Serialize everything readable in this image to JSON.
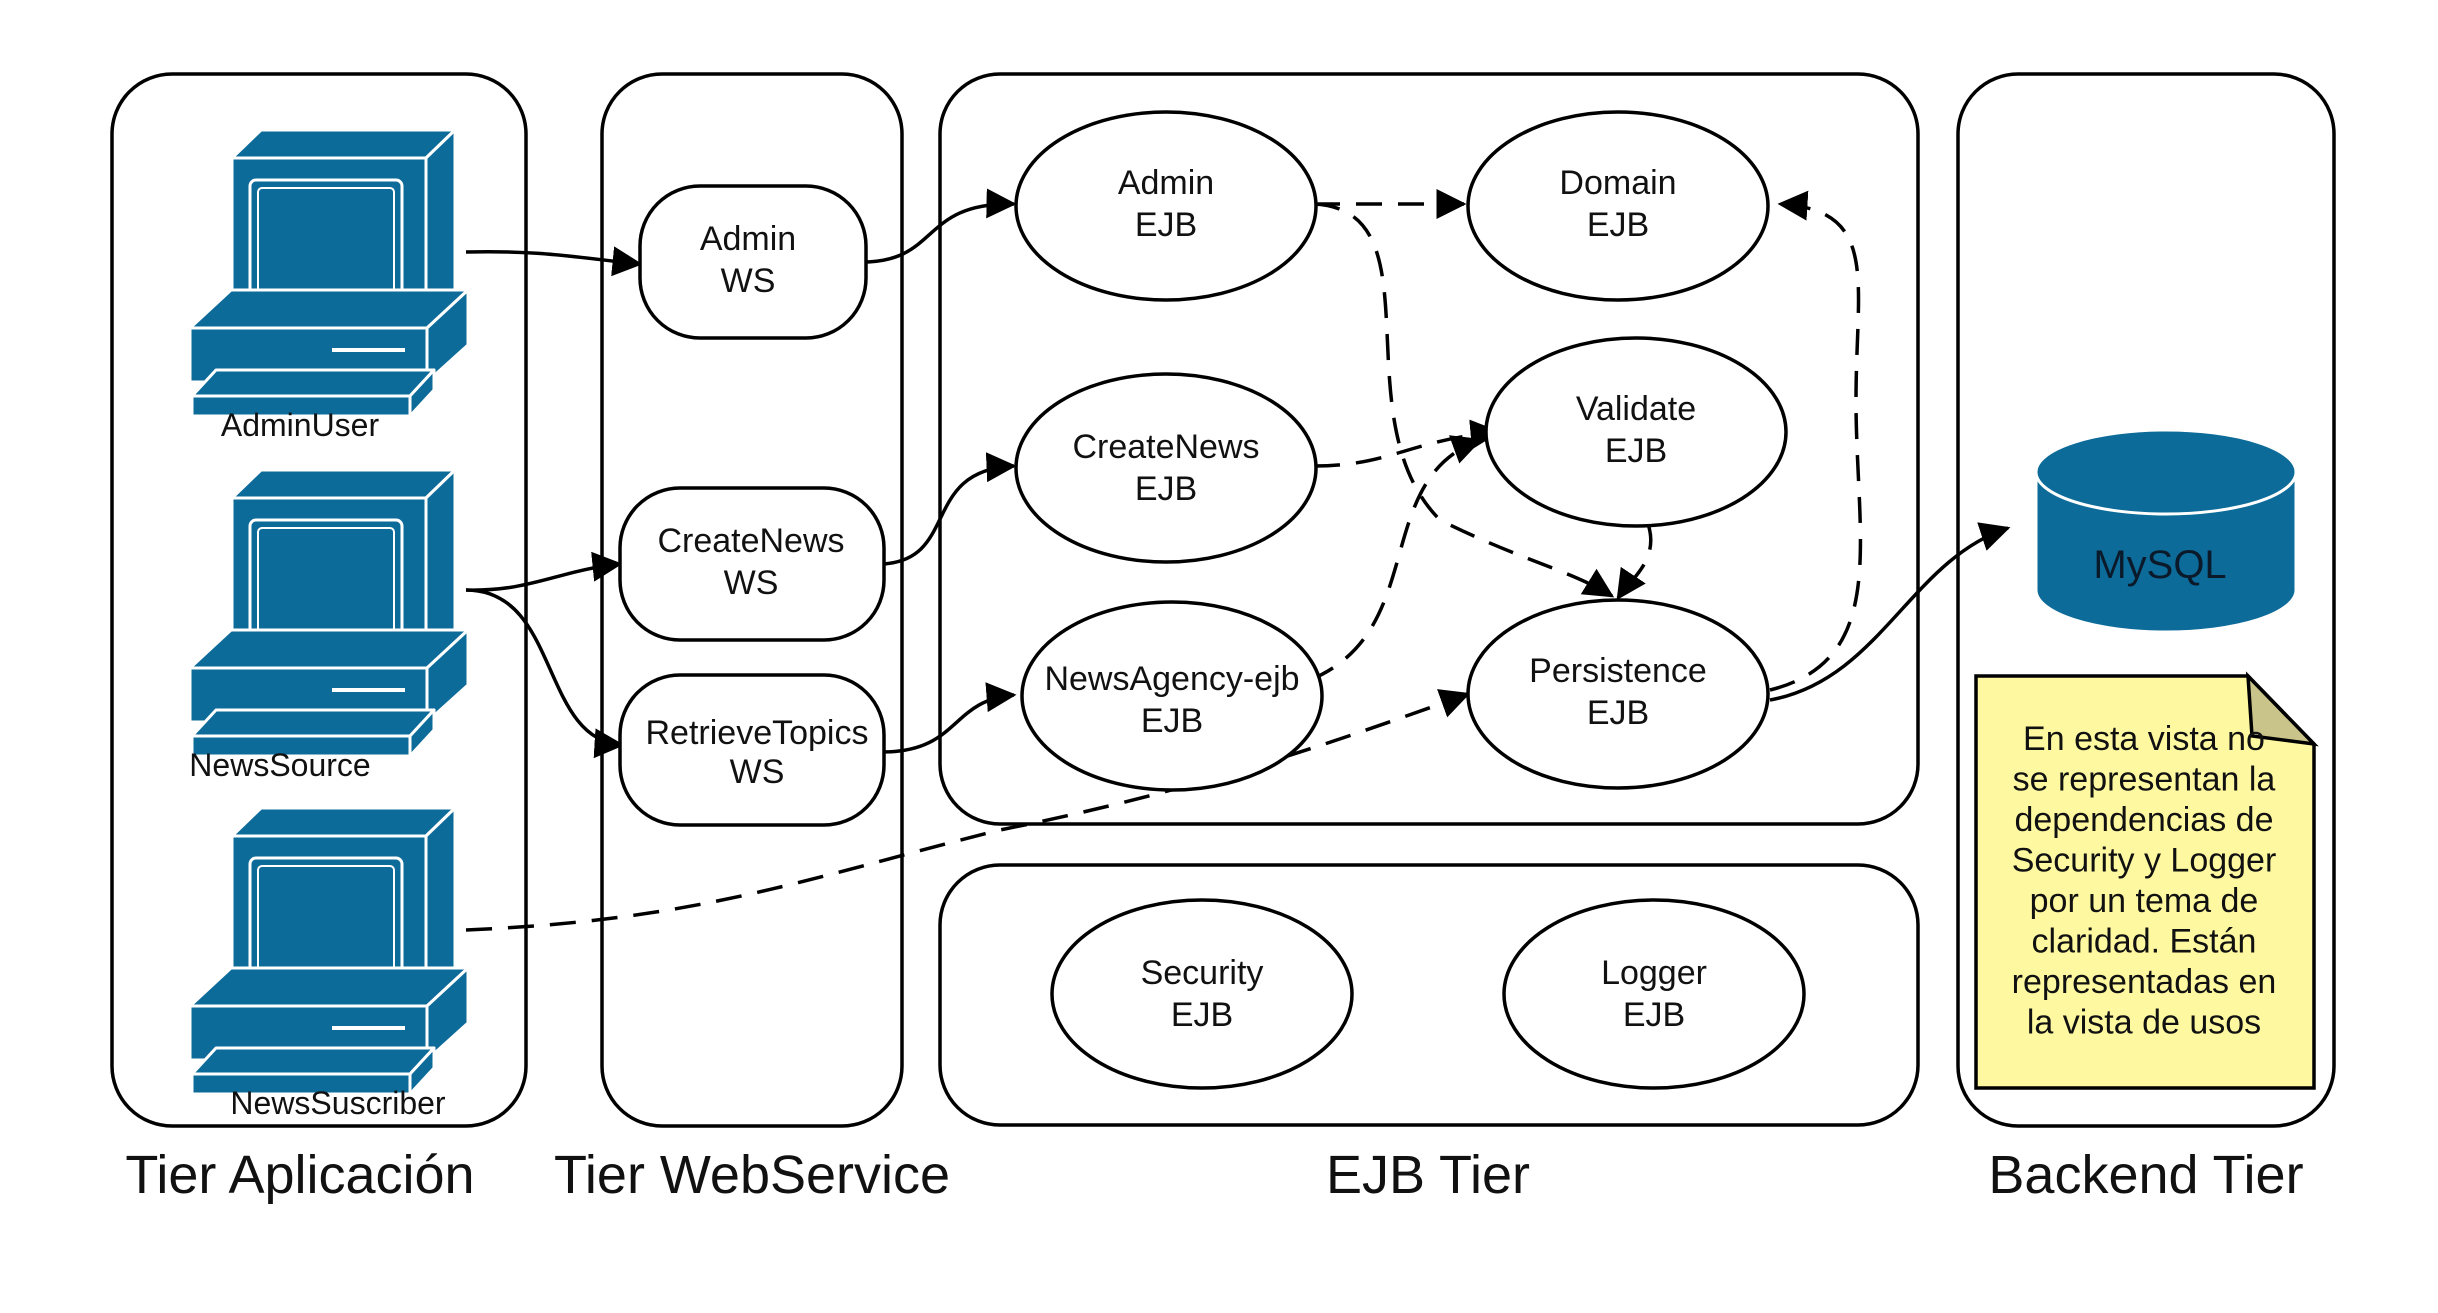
{
  "colors": {
    "pc_fill": "#0d6b99",
    "pc_stroke": "#ffffff",
    "db_fill": "#0d6b99",
    "note_fill": "#fef9a1",
    "note_fold": "#c9c48a",
    "line": "#000000"
  },
  "tiers": {
    "app": "Tier Aplicación",
    "ws": "Tier WebService",
    "ejb": "EJB Tier",
    "backend": "Backend Tier"
  },
  "clients": {
    "admin_user": "AdminUser",
    "news_source": "NewsSource",
    "news_suscriber": "NewsSuscriber",
    "icon": "desktop-computer-icon"
  },
  "webservices": {
    "admin": {
      "line1": "Admin",
      "line2": "WS"
    },
    "create_news": {
      "line1": "CreateNews",
      "line2": "WS"
    },
    "retrieve_topics": {
      "line1": "RetrieveTopics",
      "line2": "WS"
    }
  },
  "ejbs": {
    "admin": {
      "line1": "Admin",
      "line2": "EJB"
    },
    "domain": {
      "line1": "Domain",
      "line2": "EJB"
    },
    "create_news": {
      "line1": "CreateNews",
      "line2": "EJB"
    },
    "validate": {
      "line1": "Validate",
      "line2": "EJB"
    },
    "news_agency": {
      "line1": "NewsAgency-ejb",
      "line2": "EJB"
    },
    "persistence": {
      "line1": "Persistence",
      "line2": "EJB"
    },
    "security": {
      "line1": "Security",
      "line2": "EJB"
    },
    "logger": {
      "line1": "Logger",
      "line2": "EJB"
    }
  },
  "backend": {
    "database": "MySQL",
    "database_icon": "database-cylinder-icon"
  },
  "note": {
    "lines": [
      "En esta vista no",
      "se representan la",
      "dependencias de",
      "Security y Logger",
      "por un tema de",
      "claridad. Están",
      "representadas en",
      "la vista de usos"
    ]
  }
}
